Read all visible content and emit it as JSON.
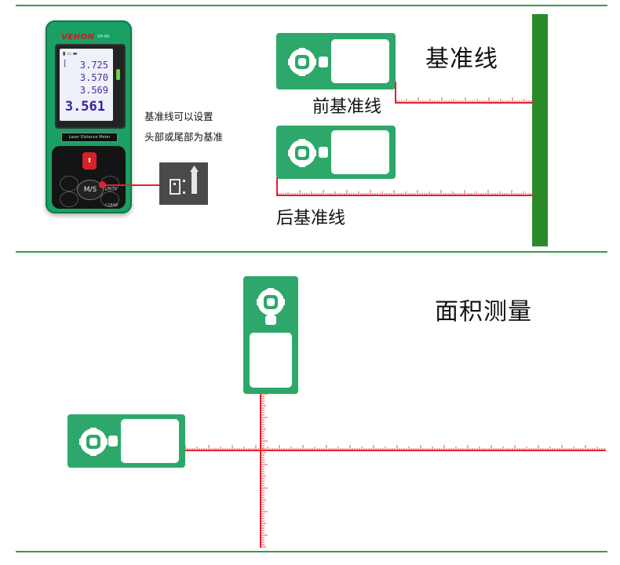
{
  "section1": {
    "title": "基准线",
    "front_label": "前基准线",
    "rear_label": "后基准线",
    "note_line1": "基准线可以设置",
    "note_line2": "头部或尾部为基准"
  },
  "section2": {
    "title": "面积测量"
  },
  "device": {
    "brand": "VEHON",
    "model": "VH-60",
    "plate": "Laser Distance Meter",
    "readings": [
      "3.725",
      "3.570",
      "3.569"
    ],
    "main_reading": "3.561",
    "button_ms": "M/S",
    "key_units": "UNITS",
    "key_clear": "CLEAR"
  },
  "colors": {
    "accent_green": "#2ea86a",
    "wall_green": "#2a8a2a",
    "ruler_red": "#e0232f",
    "divider_green": "#3a9a4a"
  }
}
